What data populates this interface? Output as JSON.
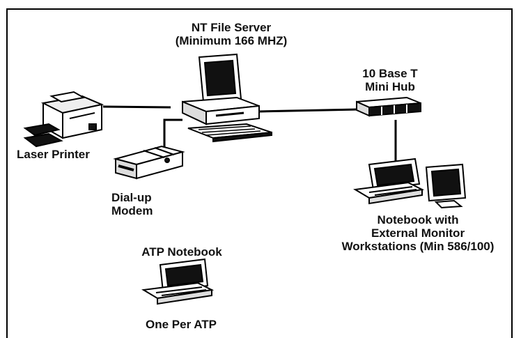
{
  "nodes": {
    "server": {
      "line1": "NT File Server",
      "line2": "(Minimum 166 MHZ)"
    },
    "hub": {
      "line1": "10 Base T",
      "line2": "Mini Hub"
    },
    "printer": {
      "line1": "Laser Printer"
    },
    "modem": {
      "line1": "Dial-up",
      "line2": "Modem"
    },
    "notebook_monitor": {
      "line1": "Notebook with",
      "line2": "External Monitor",
      "line3": "Workstations (Min 586/100)"
    },
    "atp_notebook": {
      "line1": "ATP Notebook",
      "line2": "One Per ATP"
    }
  }
}
